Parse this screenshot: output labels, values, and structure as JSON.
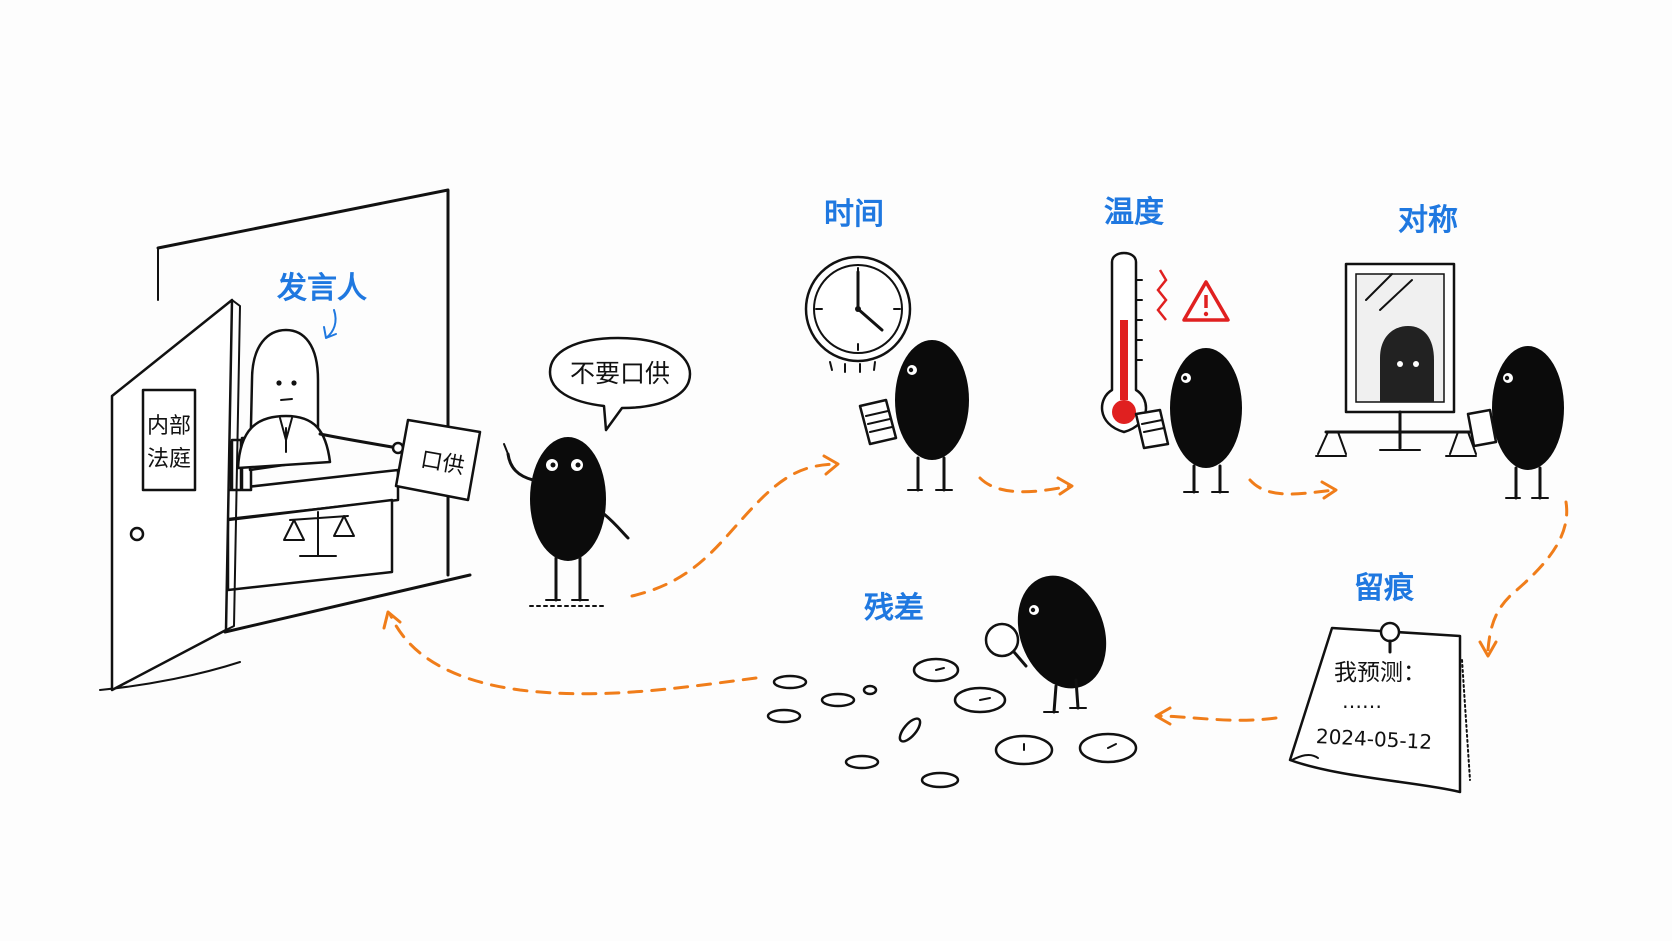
{
  "labels": {
    "court_sign": [
      "内部",
      "法庭"
    ],
    "speaker": "发言人",
    "testimony_paper": "口供",
    "speech_bubble": "不要口供",
    "time": "时间",
    "temperature": "温度",
    "symmetry": "对称",
    "trace": "留痕",
    "residual": "残差",
    "note_title": "我预测：",
    "note_dots": "……",
    "note_date": "2024-05-12"
  },
  "colors": {
    "label_blue": "#1f78e0",
    "arrow_orange": "#f07d1a",
    "thermo_red": "#e02020",
    "warning_red": "#e02020",
    "ink": "#111111"
  },
  "icons": [
    "door",
    "judge-bench-scales-icon",
    "speech-bubble",
    "clock-icon",
    "thermometer-icon",
    "warning-icon",
    "mirror-icon",
    "balance-scale-icon",
    "magnifier-icon",
    "footprint-icon",
    "pinned-note"
  ]
}
